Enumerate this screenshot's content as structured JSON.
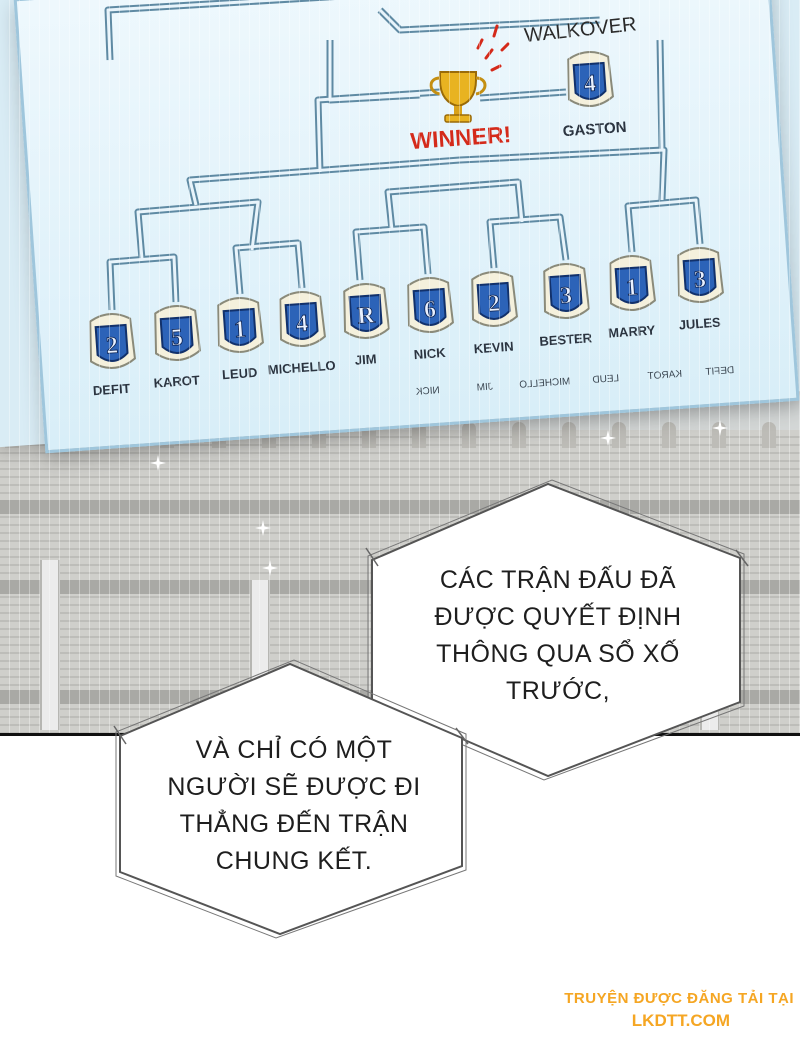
{
  "bracket": {
    "walkover_label": "WALKOVER",
    "winner_label": "WINNER!",
    "finalist": {
      "name": "GASTON",
      "seed": "4"
    },
    "players": [
      {
        "name": "DEFIT",
        "seed": "2"
      },
      {
        "name": "KAROT",
        "seed": "5"
      },
      {
        "name": "LEUD",
        "seed": "1"
      },
      {
        "name": "MICHELLO",
        "seed": "4"
      },
      {
        "name": "JIM",
        "seed": "R"
      },
      {
        "name": "NICK",
        "seed": "6"
      },
      {
        "name": "KEVIN",
        "seed": "2"
      },
      {
        "name": "BESTER",
        "seed": "3"
      },
      {
        "name": "MARRY",
        "seed": "1"
      },
      {
        "name": "JULES",
        "seed": "3"
      }
    ],
    "mirrored_names": [
      "DEFIT",
      "KAROT",
      "LEUD",
      "MICHELLO",
      "JIM",
      "NICK"
    ]
  },
  "bubbles": {
    "first": [
      "CÁC TRẬN ĐẤU ĐÃ",
      "ĐƯỢC QUYẾT ĐỊNH",
      "THÔNG QUA SỔ XỐ",
      "TRƯỚC,"
    ],
    "second": [
      "VÀ CHỈ CÓ MỘT",
      "NGƯỜI SẼ ĐƯỢC ĐI",
      "THẲNG ĐẾN TRẬN",
      "CHUNG KẾT."
    ]
  },
  "credit": {
    "line1": "TRUYỆN ĐƯỢC ĐĂNG TẢI TẠI",
    "line2": "LKDTT.COM"
  },
  "colors": {
    "winner": "#d42a1a",
    "badge_blue": "#2c63b8",
    "bracket_line": "#5f8aa3",
    "credit": "#f5a623"
  }
}
